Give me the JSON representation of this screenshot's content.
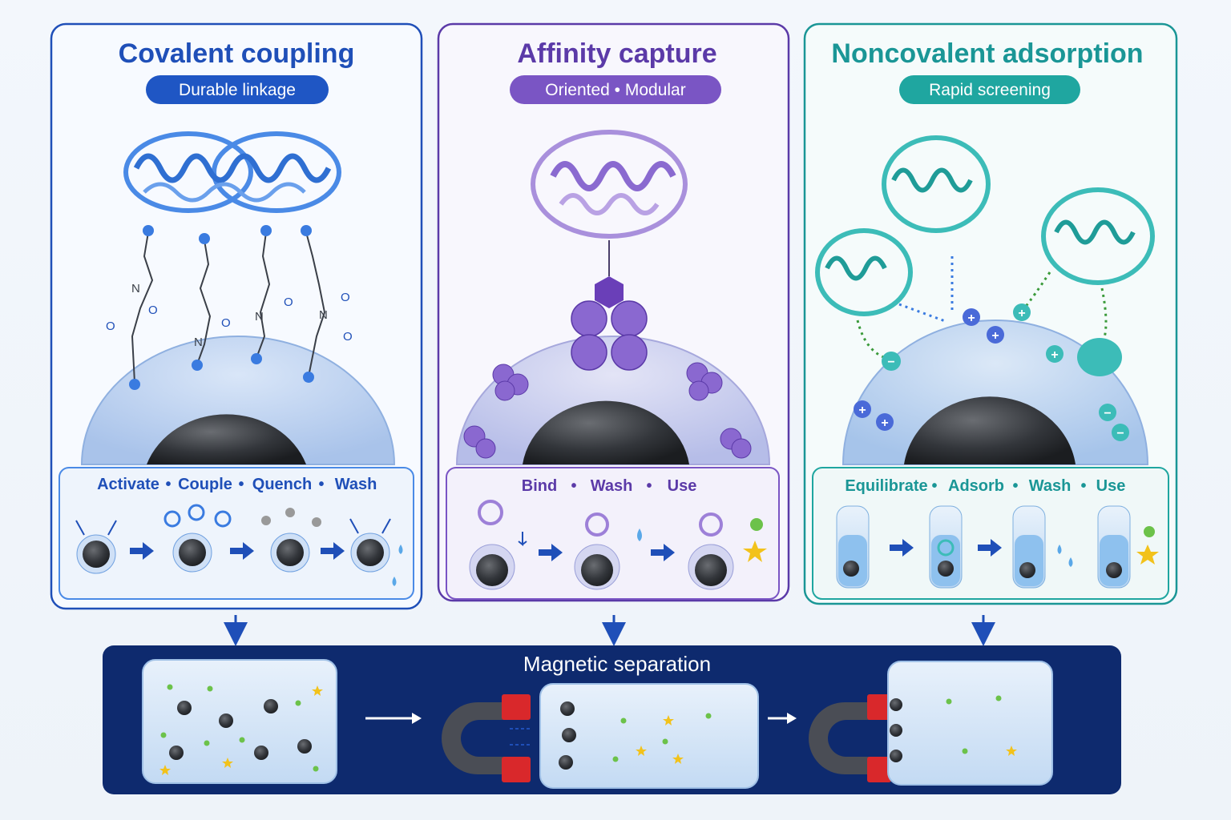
{
  "colors": {
    "covalent": "#1f4fb8",
    "covalent_light": "#4a8ae6",
    "affinity": "#5b3aa8",
    "affinity_light": "#9d80d8",
    "noncovalent": "#1a9696",
    "noncovalent_light": "#3cbcb8",
    "separation_bg": "#0e2a6e"
  },
  "panels": [
    {
      "id": "covalent",
      "title": "Covalent coupling",
      "tagline": "Durable linkage",
      "steps": [
        "Activate",
        "Couple",
        "Quench",
        "Wash"
      ]
    },
    {
      "id": "affinity",
      "title": "Affinity capture",
      "tagline": "Oriented • Modular",
      "steps": [
        "Bind",
        "Wash",
        "Use"
      ]
    },
    {
      "id": "noncovalent",
      "title": "Noncovalent adsorption",
      "tagline": "Rapid screening",
      "steps": [
        "Equilibrate",
        "Adsorb",
        "Wash",
        "Use"
      ]
    }
  ],
  "separation": {
    "title": "Magnetic separation"
  },
  "charges": {
    "plus": "+",
    "minus": "−"
  },
  "chem_labels": {
    "oxygen": "O",
    "nitrogen": "N"
  }
}
